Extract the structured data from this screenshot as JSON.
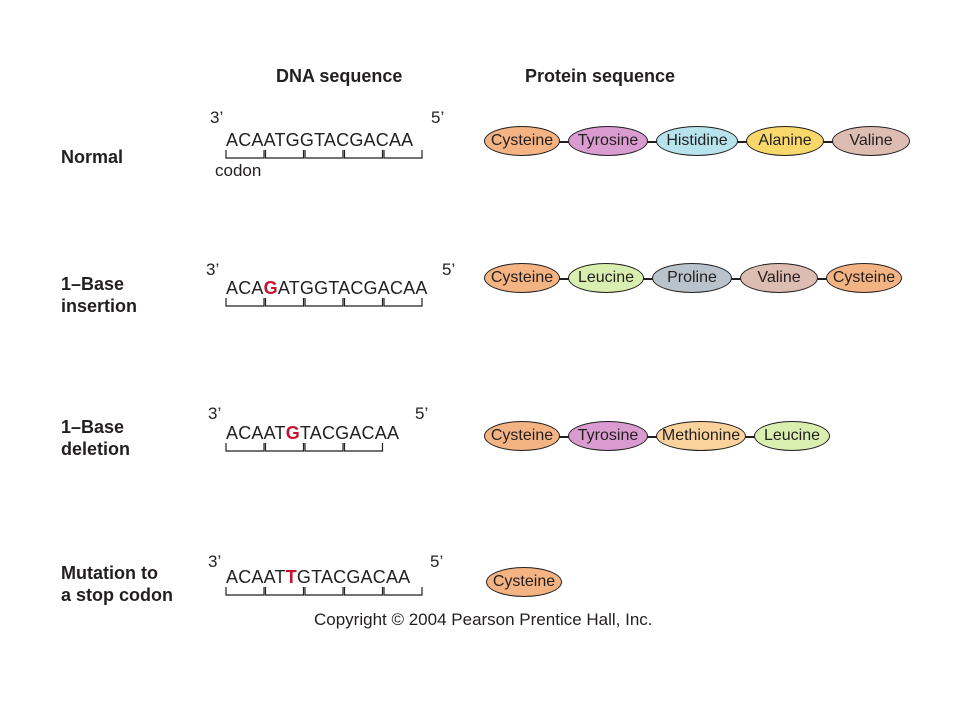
{
  "headers": {
    "dna": "DNA sequence",
    "protein": "Protein sequence"
  },
  "codon_label": "codon",
  "copyright": "Copyright © 2004 Pearson Prentice Hall, Inc.",
  "colors": {
    "Cysteine": "#f4b382",
    "Tyrosine": "#d99bd0",
    "Histidine": "#b6e3ec",
    "Alanine": "#f8d86a",
    "Valine": "#ddbcb2",
    "Leucine": "#d9efb0",
    "Proline": "#b9c3cc",
    "Methionine": "#f9d39b",
    "mutation": "#c8102e"
  },
  "rows": [
    {
      "label": "Normal",
      "end_left": "3’",
      "end_right": "5’",
      "seq_pre": "ACAATGGTACGACAA",
      "seq_mut": "",
      "seq_post": "",
      "codon_count": 5,
      "proteins": [
        "Cysteine",
        "Tyrosine",
        "Histidine",
        "Alanine",
        "Valine"
      ]
    },
    {
      "label": "1–Base\ninsertion",
      "end_left": "3’",
      "end_right": "5’",
      "seq_pre": "ACA",
      "seq_mut": "G",
      "seq_post": "ATGGTACGACAA",
      "codon_count": 5,
      "proteins": [
        "Cysteine",
        "Leucine",
        "Proline",
        "Valine",
        "Cysteine"
      ]
    },
    {
      "label": "1–Base\ndeletion",
      "end_left": "3’",
      "end_right": "5’",
      "seq_pre": "ACAAT",
      "seq_mut": "G",
      "seq_post": "TACGACAA",
      "codon_count": 4,
      "proteins": [
        "Cysteine",
        "Tyrosine",
        "Methionine",
        "Leucine"
      ]
    },
    {
      "label": "Mutation to\na stop codon",
      "end_left": "3’",
      "end_right": "5’",
      "seq_pre": "ACAAT",
      "seq_mut": "T",
      "seq_post": "GTACGACAA",
      "codon_count": 5,
      "proteins": [
        "Cysteine"
      ]
    }
  ]
}
